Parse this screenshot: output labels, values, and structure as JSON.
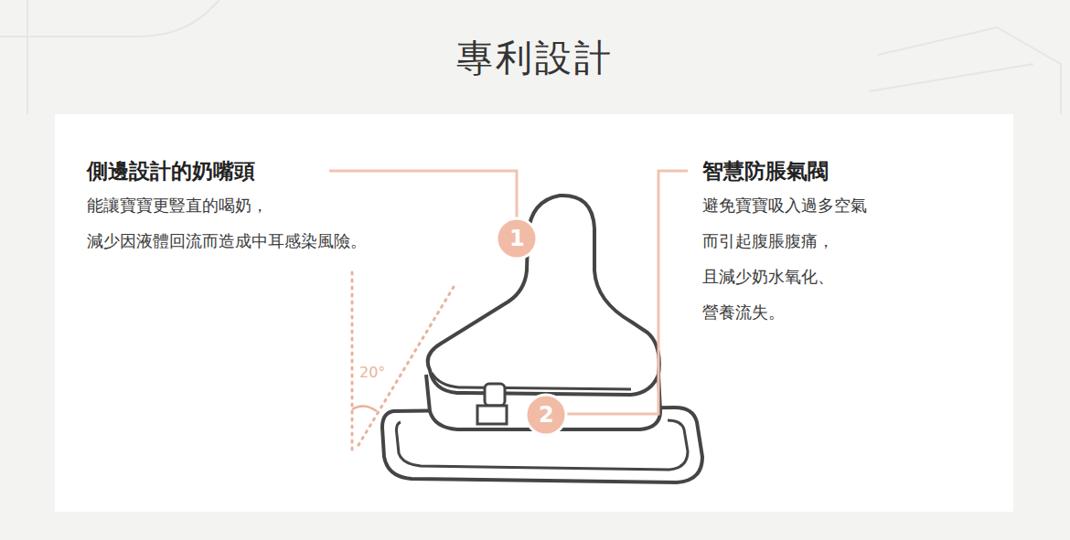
{
  "diagram": {
    "title": "專利設計",
    "labels": [
      "側邊設計的奶嘴頭",
      "能讓寶寶更豎直的喝奶， 減少因液體回流而造成中耳感染風險。",
      "智慧防脹氣閥",
      "避免寶寶吸入過多空氣 而引起腹脹腹痛， 且減少奶水氧化、營養流失。",
      "1",
      "2",
      "20°"
    ]
  }
}
